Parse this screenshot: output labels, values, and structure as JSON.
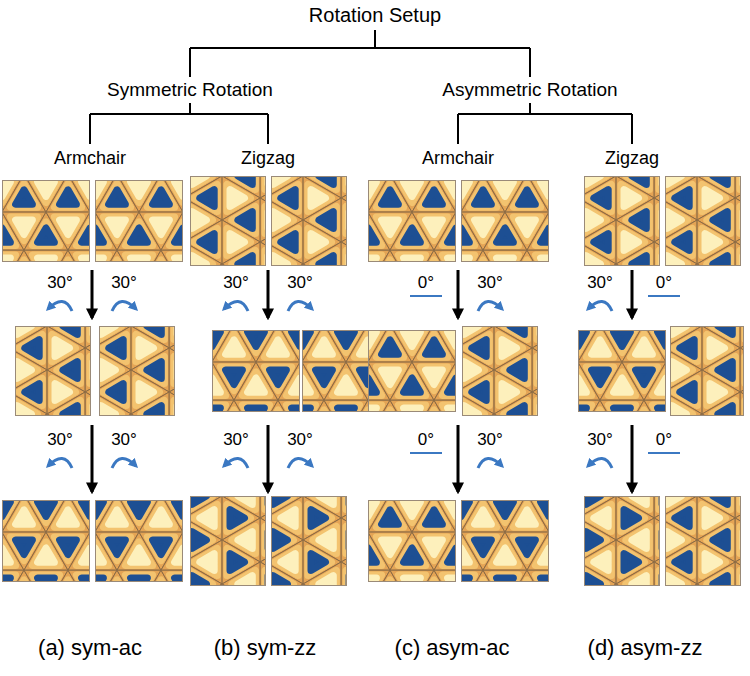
{
  "diagram": {
    "labels": [
      "Rotation Setup",
      "Symmetric Rotation",
      "Asymmetric Rotation",
      "Armchair",
      "Zigzag",
      "Armchair",
      "Zigzag",
      "30°",
      "30°",
      "30°",
      "30°",
      "0°",
      "30°",
      "30°",
      "0°",
      "30°",
      "30°",
      "30°",
      "30°",
      "0°",
      "30°",
      "30°",
      "0°",
      "(a) sym-ac",
      "(b) sym-zz",
      "(c) asym-ac",
      "(d) asym-zz"
    ]
  }
}
